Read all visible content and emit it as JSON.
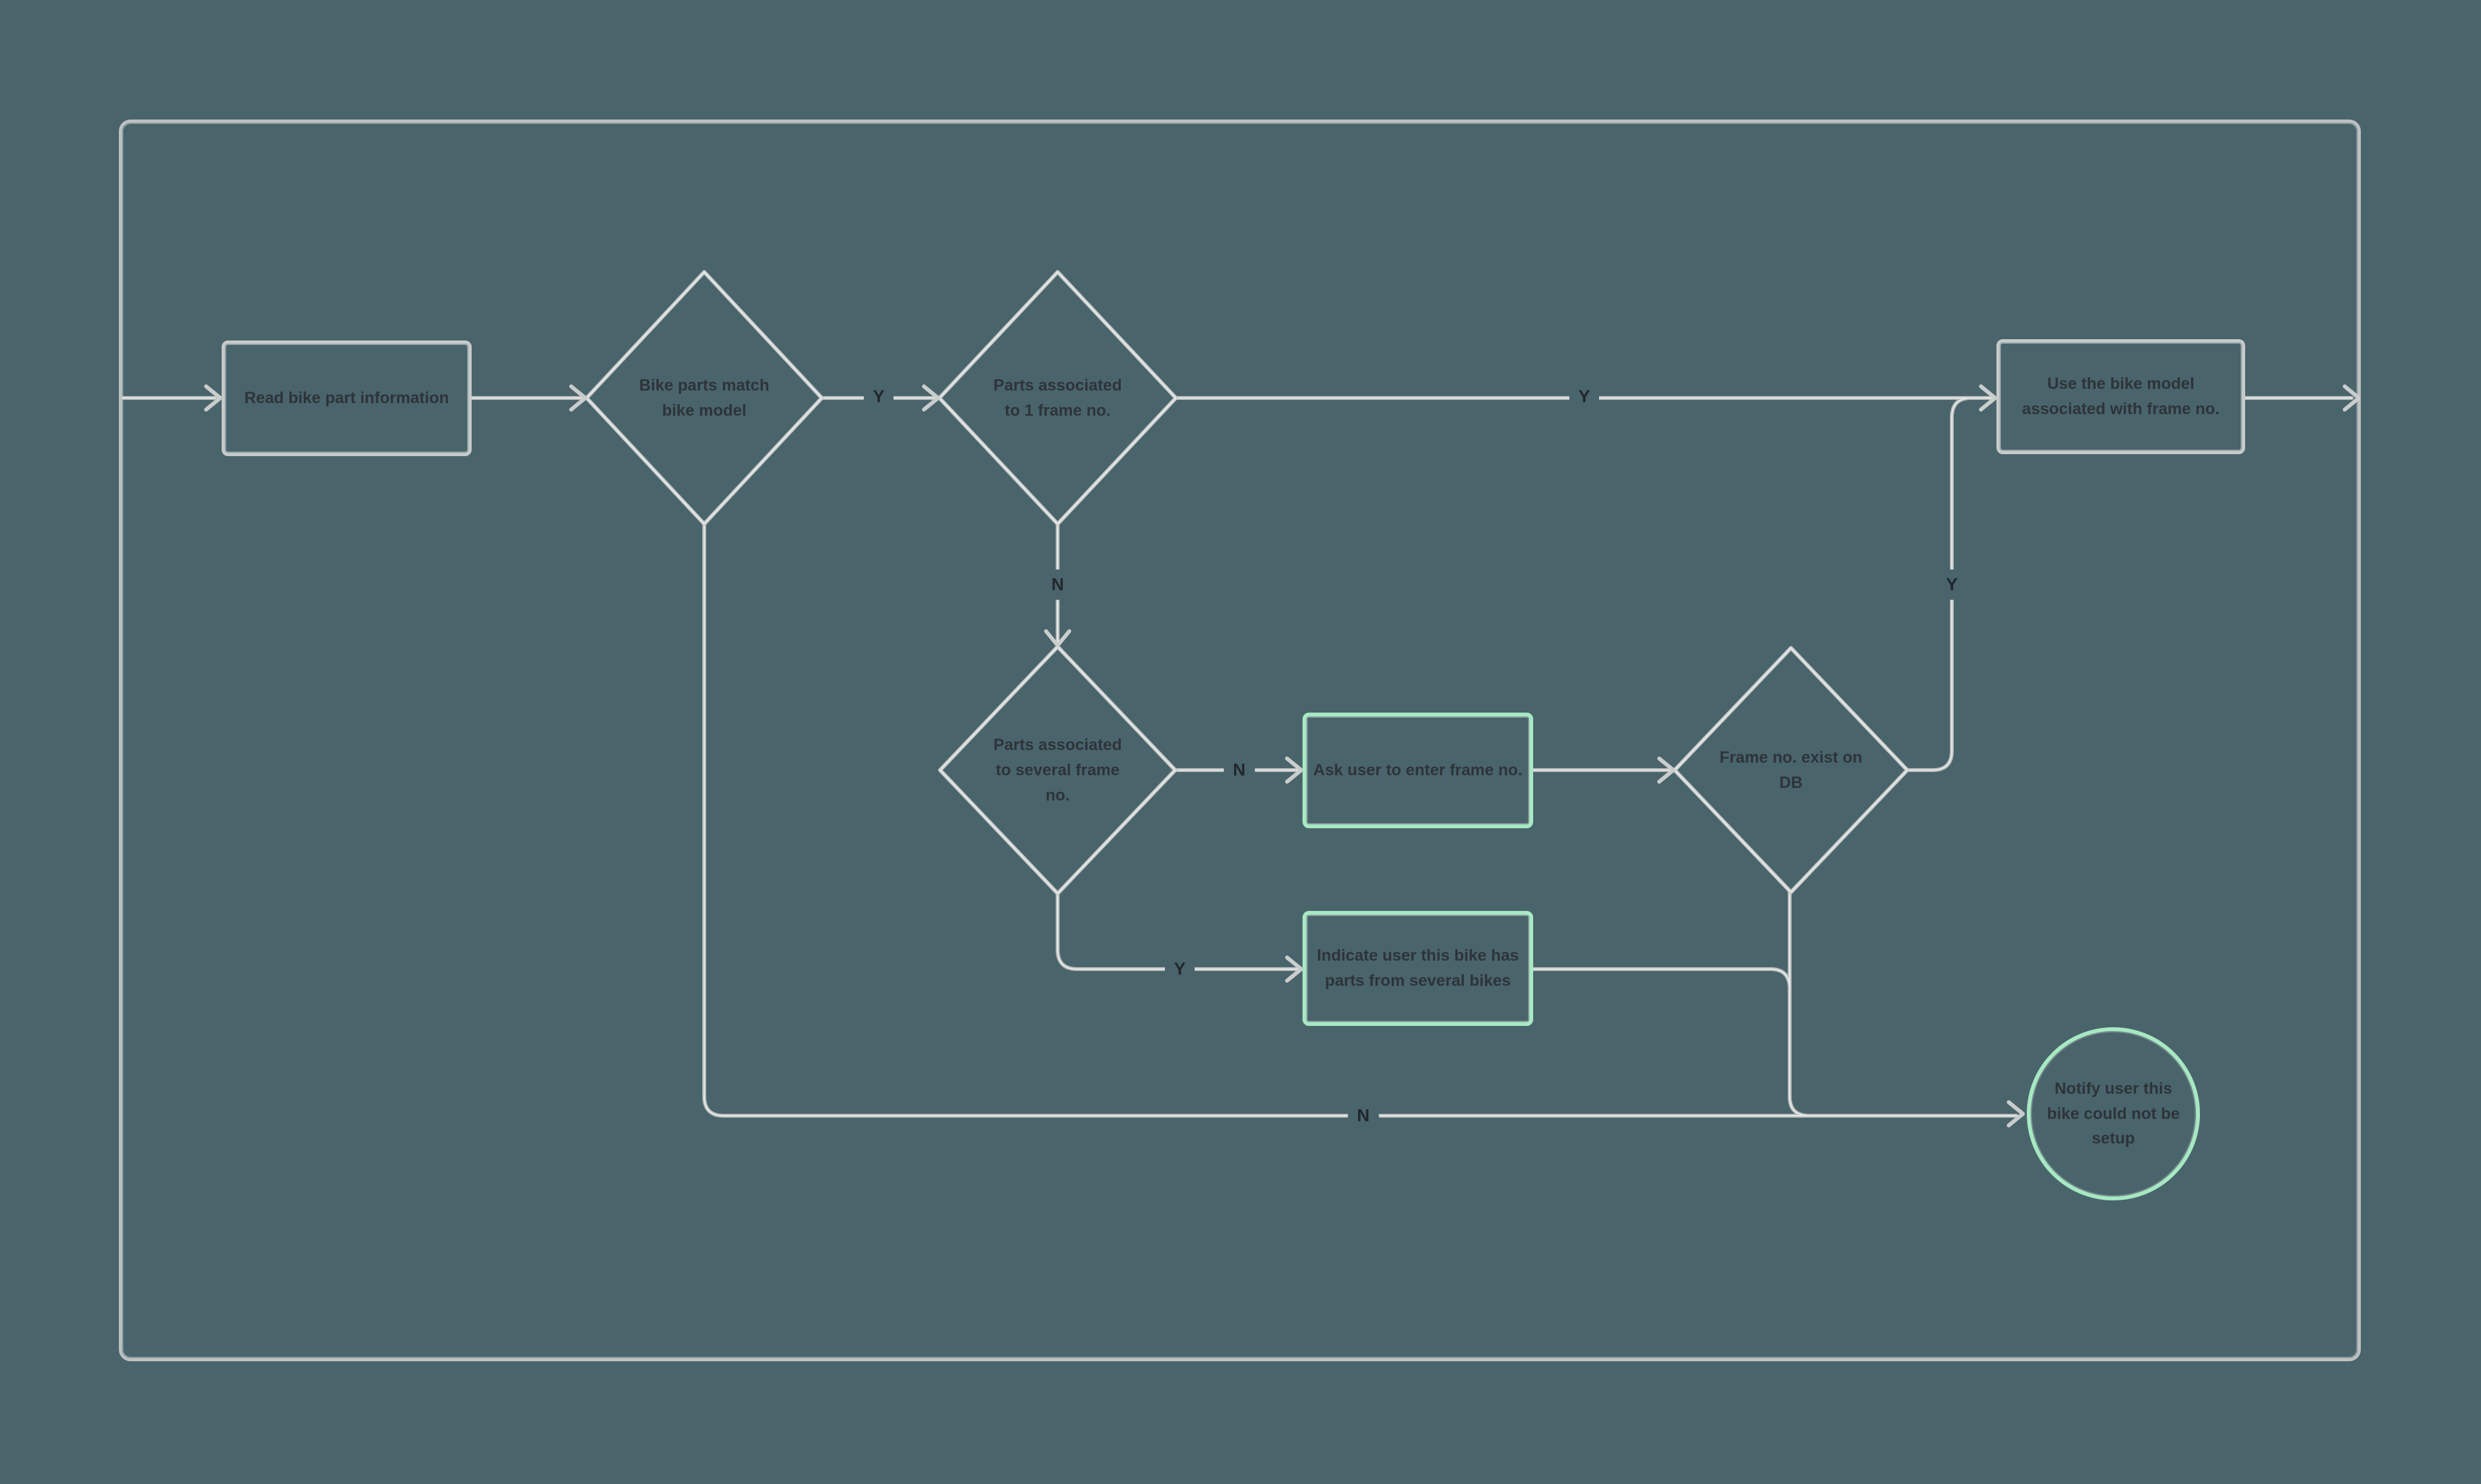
{
  "canvas": {
    "background_color": "#4a646c",
    "line_color": "#bfc4c3",
    "accent_green": "#a6e9c2",
    "node_border_gray": "#c6cac9",
    "text_color": "#2d3439"
  },
  "nodes": [
    {
      "id": "read-bike-part",
      "type": "process",
      "label": "Read bike part information"
    },
    {
      "id": "bike-parts-match",
      "type": "decision",
      "label": "Bike parts match bike model"
    },
    {
      "id": "parts-associated-one",
      "type": "decision",
      "label": "Parts associated to 1 frame no."
    },
    {
      "id": "use-bike-model",
      "type": "process",
      "label": "Use the bike model associated with frame no."
    },
    {
      "id": "parts-associated-several",
      "type": "decision",
      "label": "Parts associated to several frame no."
    },
    {
      "id": "ask-user-frame-no",
      "type": "process-accent",
      "label": "Ask user to enter frame no."
    },
    {
      "id": "frame-no-exist-db",
      "type": "decision",
      "label": "Frame no. exist on DB"
    },
    {
      "id": "indicate-parts-several-bikes",
      "type": "process-accent",
      "label": "Indicate user this bike has parts from several bikes"
    },
    {
      "id": "notify-not-setup",
      "type": "terminal",
      "label": "Notify user this bike could not be setup"
    }
  ],
  "edge_labels": {
    "match_to_assoc1": "Y",
    "assoc1_to_use_model": "Y",
    "assoc1_to_assoc_several": "N",
    "assoc_several_to_ask": "N",
    "assoc_several_to_indicate": "Y",
    "frame_db_to_use_model": "Y",
    "match_to_notify": "N"
  }
}
